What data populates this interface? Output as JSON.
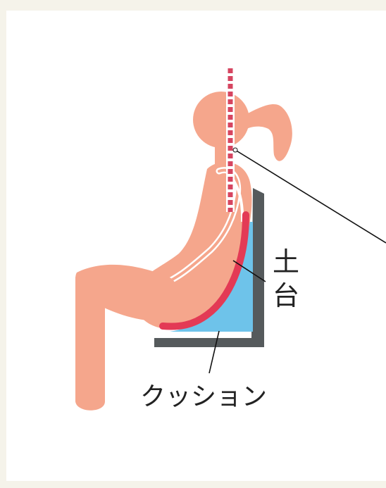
{
  "labels": {
    "base": "土台",
    "base_char_1": "土",
    "base_char_2": "台",
    "cushion": "クッション"
  },
  "colors": {
    "page_background": "#f5f3ea",
    "panel_background": "#ffffff",
    "figure_skin": "#f5a68c",
    "outline_white": "#ffffff",
    "spine_line": "#d64560",
    "lumbar_curve": "#e33a55",
    "cushion_blue": "#6ec3ea",
    "seat_gray": "#555a5c",
    "leader_line": "#111111"
  }
}
